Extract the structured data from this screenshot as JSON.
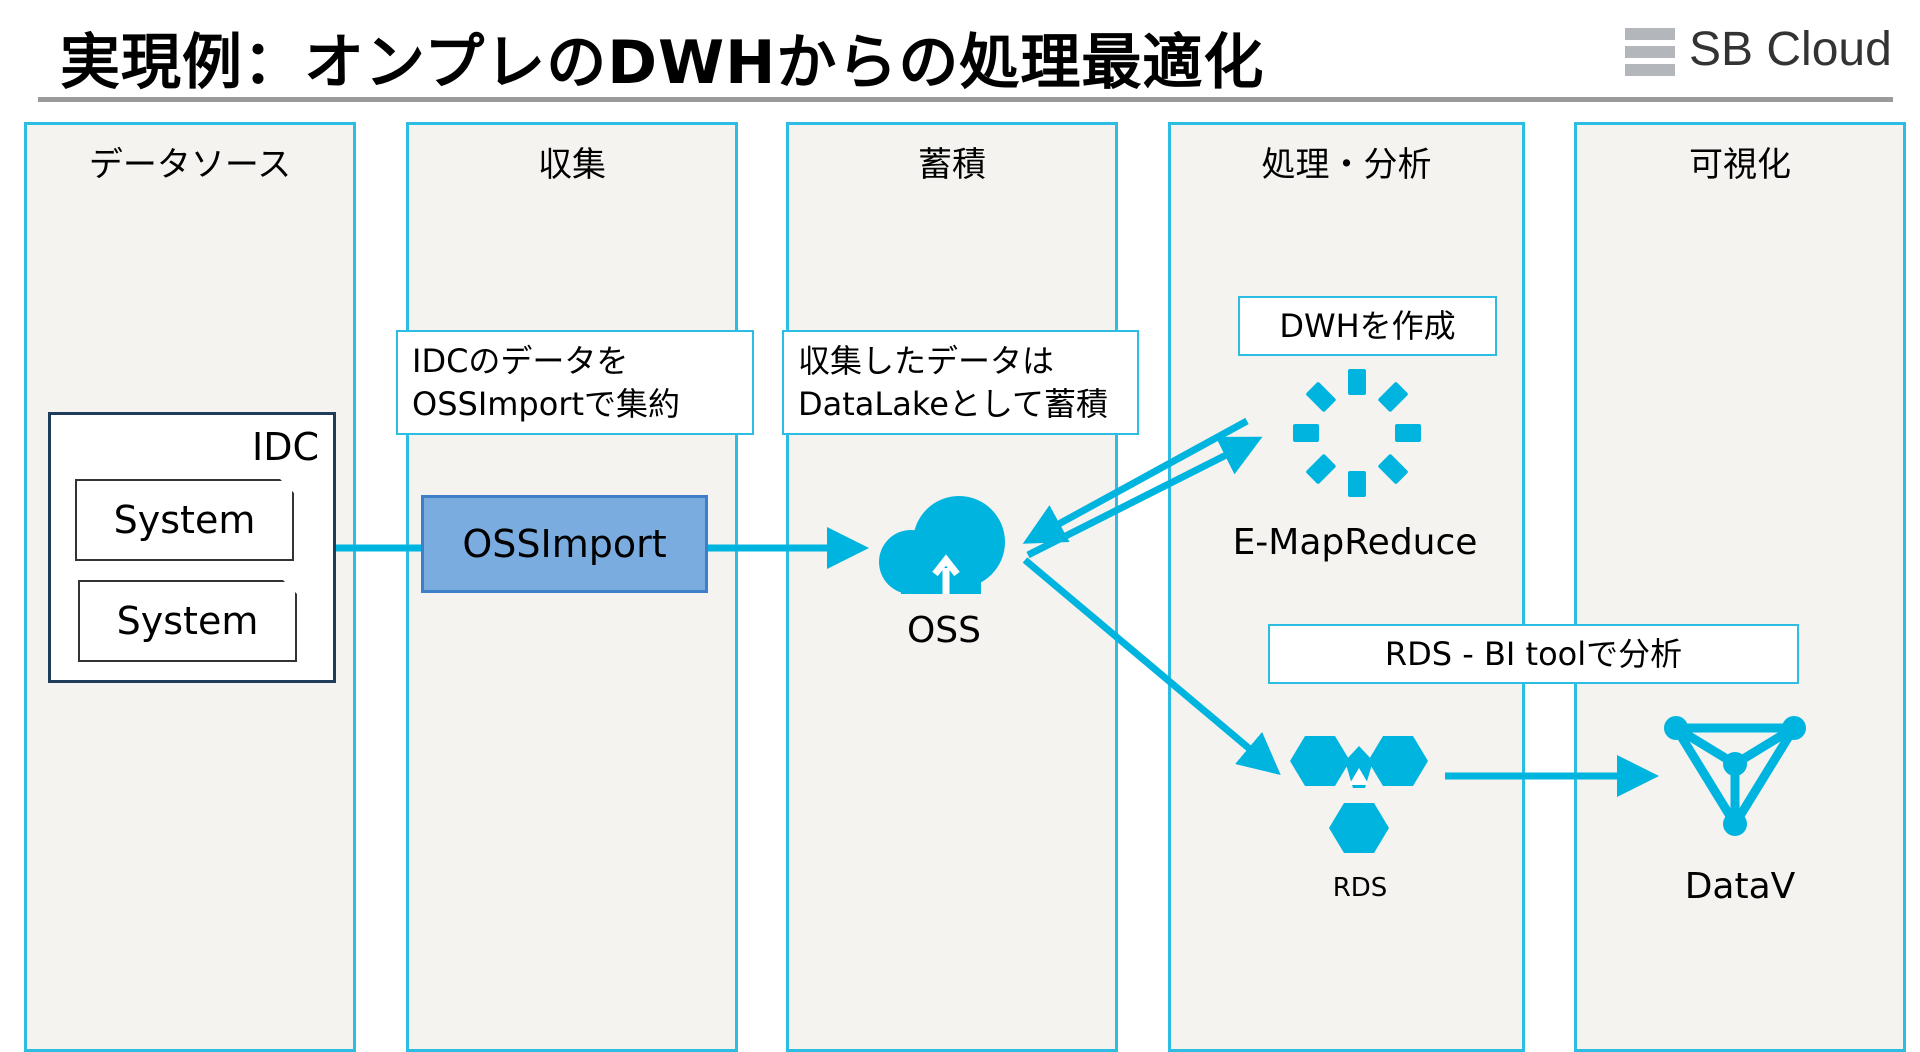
{
  "title": "実現例：オンプレのDWHからの処理最適化",
  "logo": {
    "text": "SB Cloud"
  },
  "columns": {
    "source": "データソース",
    "collect": "収集",
    "store": "蓄積",
    "process": "処理・分析",
    "visualize": "可視化"
  },
  "idc": {
    "label": "IDC",
    "systems": [
      "System",
      "System"
    ]
  },
  "notes": {
    "collect": [
      "IDCのデータを",
      "OSSImportで集約"
    ],
    "store": [
      "収集したデータは",
      "DataLakeとして蓄積"
    ],
    "dwh": "DWHを作成",
    "rds_bi": "RDS - BI toolで分析"
  },
  "services": {
    "ossimport": "OSSImport",
    "oss": "OSS",
    "emr": "E-MapReduce",
    "rds": "RDS",
    "datav": "DataV"
  },
  "colors": {
    "accent": "#00b4e0",
    "column_border": "#2ebde2",
    "column_bg": "#f4f3ef",
    "ossimport_fill": "#7aace0",
    "idc_border": "#1f3c5a"
  },
  "icons": {
    "oss": "cloud-upload-icon",
    "emr": "spinner-icon",
    "rds": "hexagon-cluster-icon",
    "datav": "triangle-network-icon"
  }
}
